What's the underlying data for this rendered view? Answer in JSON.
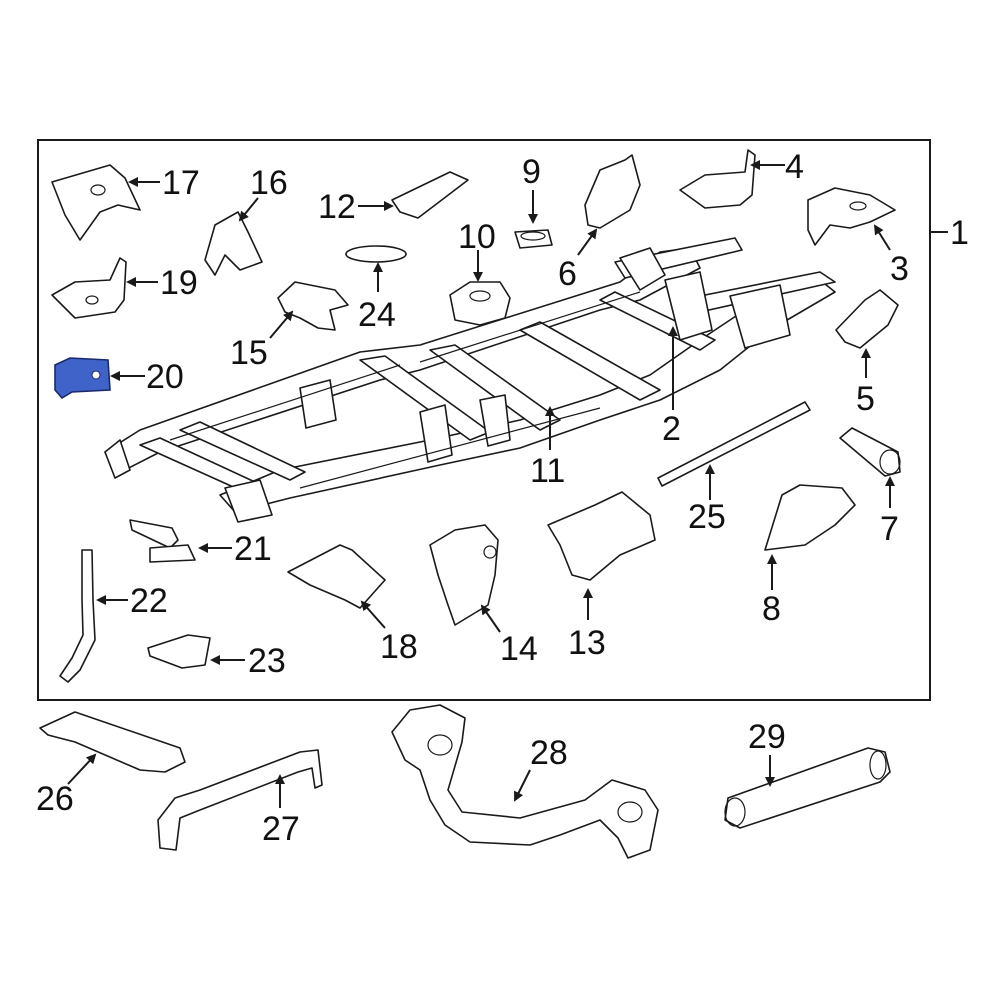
{
  "callouts": {
    "c1": "1",
    "c2": "2",
    "c3": "3",
    "c4": "4",
    "c5": "5",
    "c6": "6",
    "c7": "7",
    "c8": "8",
    "c9": "9",
    "c10": "10",
    "c11": "11",
    "c12": "12",
    "c13": "13",
    "c14": "14",
    "c15": "15",
    "c16": "16",
    "c17": "17",
    "c18": "18",
    "c19": "19",
    "c20": "20",
    "c21": "21",
    "c22": "22",
    "c23": "23",
    "c24": "24",
    "c25": "25",
    "c26": "26",
    "c27": "27",
    "c28": "28",
    "c29": "29"
  },
  "highlight": {
    "part": "20",
    "color": "#3f63c9"
  },
  "colors": {
    "line": "#1a1a1a",
    "fill": "#ffffff",
    "highlight": "#3f63c9"
  }
}
